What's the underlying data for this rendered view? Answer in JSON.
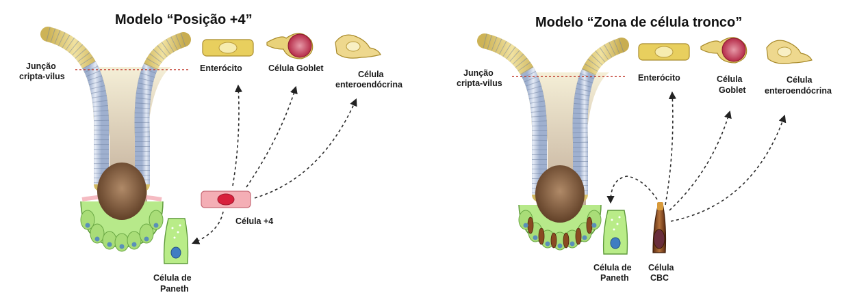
{
  "colors": {
    "villus_fill": "#e6d58a",
    "crypt_fill": "#c9d3e6",
    "lumen": "#7d5a3e",
    "paneth_green": "#aee27a",
    "enterocyte": "#e8d36a",
    "goblet_granules": "#c2274a",
    "plus4_cell": "#f4a4ac",
    "cbc_cell": "#7a3d1a",
    "junction_line": "#c0392b"
  },
  "left": {
    "title": "Modelo “Posição +4”",
    "junction_label_1": "Junção",
    "junction_label_2": "cripta-vilus",
    "enterocyte": "Enterócito",
    "goblet": "Célula Goblet",
    "enteroendocrine_1": "Célula",
    "enteroendocrine_2": "enteroendócrina",
    "stem_cell": "Célula +4",
    "paneth_1": "Célula de",
    "paneth_2": "Paneth"
  },
  "right": {
    "title": "Modelo “Zona de célula tronco”",
    "junction_label_1": "Junção",
    "junction_label_2": "cripta-vilus",
    "enterocyte": "Enterócito",
    "goblet_1": "Célula",
    "goblet_2": "Goblet",
    "enteroendocrine_1": "Célula",
    "enteroendocrine_2": "enteroendócrina",
    "paneth_1": "Célula de",
    "paneth_2": "Paneth",
    "cbc_1": "Célula",
    "cbc_2": "CBC"
  }
}
